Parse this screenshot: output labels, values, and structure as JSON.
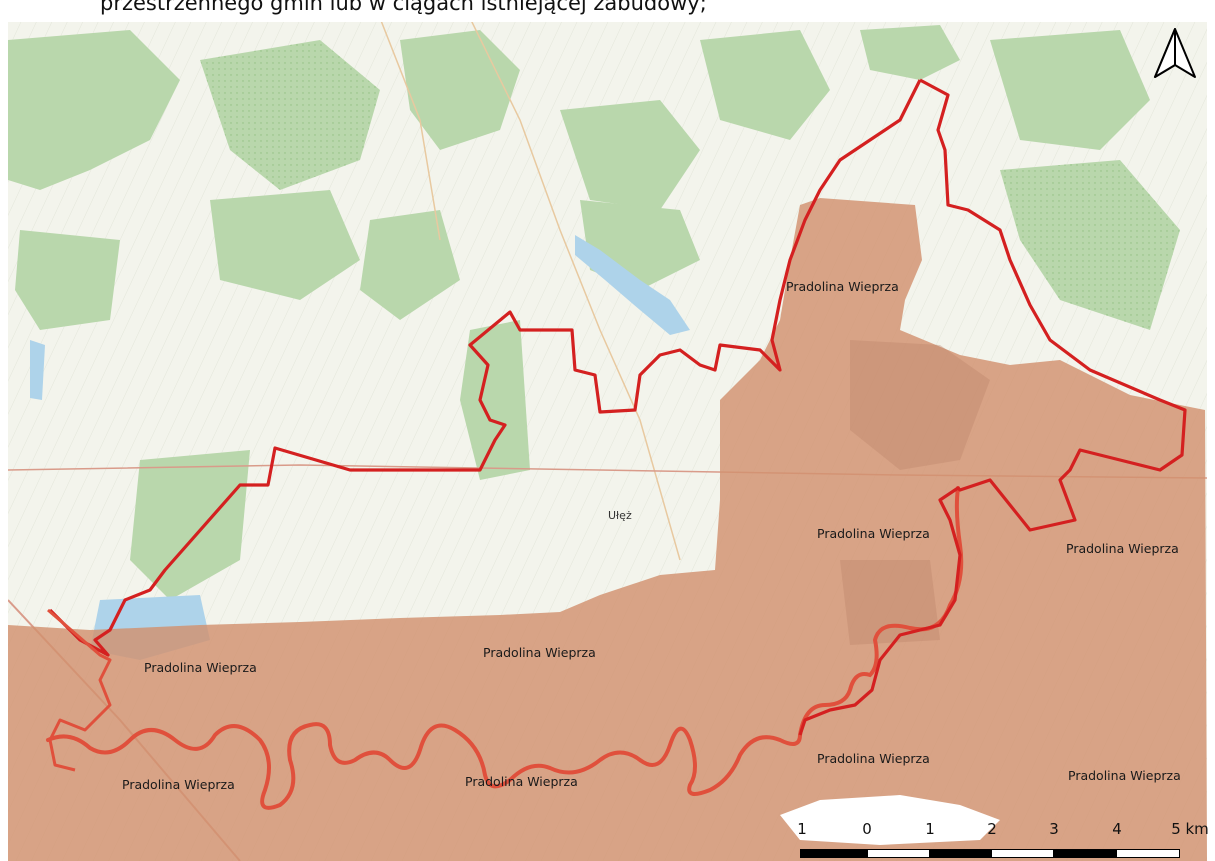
{
  "heading": {
    "text": "przestrzennego gmin lub w ciągach istniejącej zabudowy;"
  },
  "map": {
    "region_labels": [
      "Pradolina Wieprza",
      "Pradolina Wieprza",
      "Pradolina Wieprza",
      "Pradolina Wieprza",
      "Pradolina Wieprza",
      "Pradolina Wieprza",
      "Pradolina Wieprza",
      "Pradolina Wieprza",
      "Pradolina Wieprza"
    ],
    "place_labels": [
      "Ułęż"
    ],
    "colors": {
      "boundary": "#d42020",
      "river": "#e0503c",
      "protected_area": "#d2916f",
      "forest": "#b9d7ac",
      "water": "#aed3ea",
      "field": "#f3f4ec"
    },
    "north_arrow_icon": "north-arrow-icon"
  },
  "scalebar": {
    "ticks": [
      "1",
      "0",
      "1",
      "2",
      "3",
      "4",
      "5 km"
    ],
    "unit": "km"
  }
}
